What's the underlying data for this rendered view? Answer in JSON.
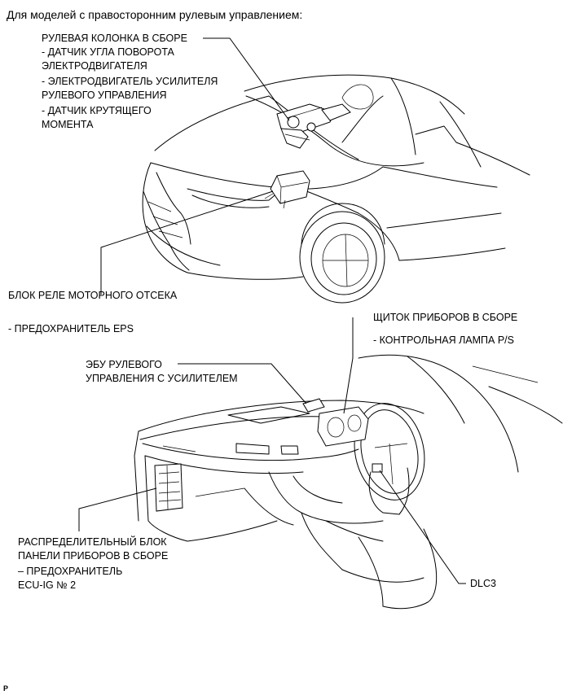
{
  "title": "Для моделей с правосторонним рулевым управлением:",
  "labels": {
    "steering_column": {
      "line1": "РУЛЕВАЯ КОЛОНКА В СБОРЕ",
      "line2": "- ДАТЧИК УГЛА ПОВОРОТА",
      "line3": "ЭЛЕКТРОДВИГАТЕЛЯ",
      "line4": "- ЭЛЕКТРОДВИГАТЕЛЬ УСИЛИТЕЛЯ",
      "line5": "РУЛЕВОГО УПРАВЛЕНИЯ",
      "line6": "- ДАТЧИК КРУТЯЩЕГО",
      "line7": "МОМЕНТА"
    },
    "relay_block": {
      "line1": "БЛОК РЕЛЕ МОТОРНОГО ОТСЕКА"
    },
    "eps_fuse": {
      "line1": "- ПРЕДОХРАНИТЕЛЬ EPS"
    },
    "meter": {
      "line1": "ЩИТОК ПРИБОРОВ В СБОРЕ",
      "line2": "- КОНТРОЛЬНАЯ ЛАМПА P/S"
    },
    "eps_ecu": {
      "line1": "ЭБУ РУЛЕВОГО",
      "line2": "УПРАВЛЕНИЯ С УСИЛИТЕЛЕМ"
    },
    "junction_block": {
      "line1": "РАСПРЕДЕЛИТЕЛЬНЫЙ БЛОК",
      "line2": "ПАНЕЛИ ПРИБОРОВ В СБОРЕ",
      "line3": "– ПРЕДОХРАНИТЕЛЬ",
      "line4": "ECU-IG № 2"
    },
    "dlc3": {
      "line1": "DLC3"
    }
  },
  "figure_code": "P"
}
